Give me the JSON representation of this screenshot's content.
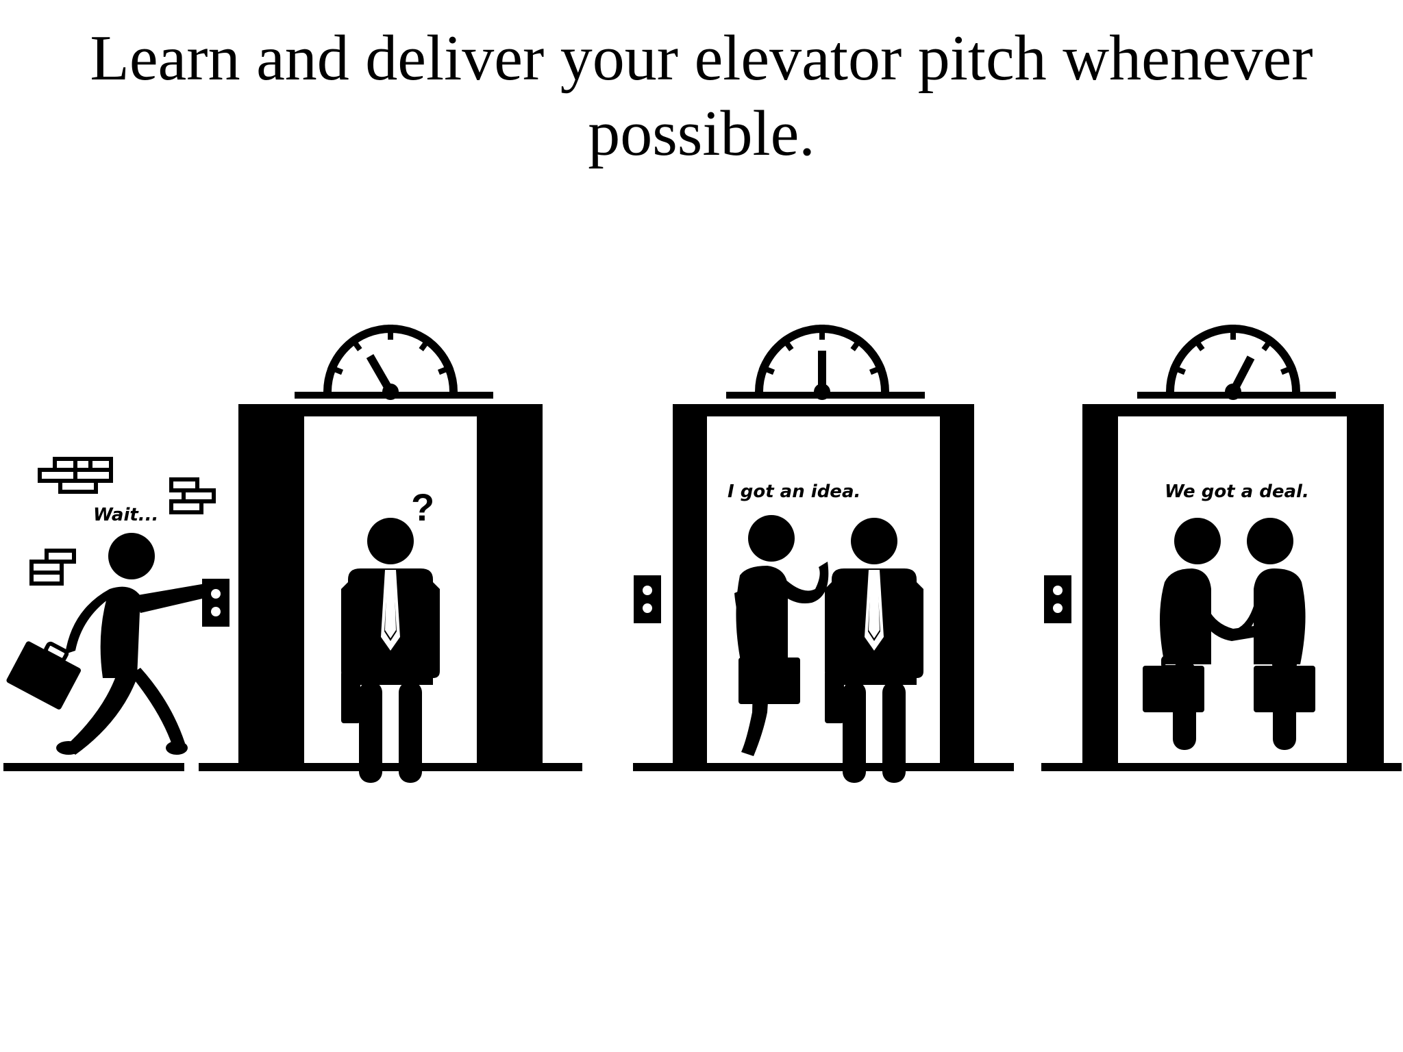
{
  "slide": {
    "title": "Learn and deliver your elevator pitch whenever possible."
  },
  "panels": [
    {
      "caption": "Wait...",
      "thought": ""
    },
    {
      "caption": "",
      "thought": "?"
    },
    {
      "caption": "I got an idea.",
      "thought": ""
    },
    {
      "caption": "We got a deal.",
      "thought": ""
    }
  ],
  "colors": {
    "ink": "#000000",
    "paper": "#ffffff"
  },
  "icons": [
    "floor-indicator-icon",
    "elevator-call-button-icon",
    "briefcase-icon",
    "brick-wall-icon"
  ]
}
